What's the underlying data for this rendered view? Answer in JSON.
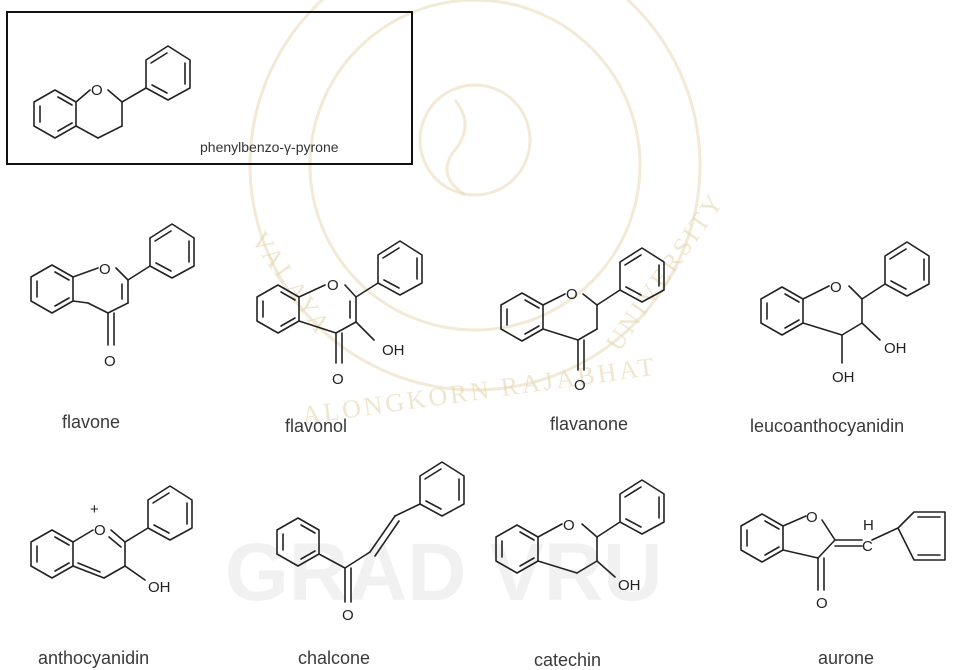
{
  "reference": {
    "label": "phenylbenzo-γ-pyrone"
  },
  "structures": [
    {
      "label": "flavone"
    },
    {
      "label": "flavonol"
    },
    {
      "label": "flavanone"
    },
    {
      "label": "leucoanthocyanidin"
    },
    {
      "label": "anthocyanidin"
    },
    {
      "label": "chalcone"
    },
    {
      "label": "catechin"
    },
    {
      "label": "aurone"
    }
  ],
  "atoms": {
    "oxygen": "O",
    "hydroxyl": "OH",
    "hydrogen": "H",
    "carbon": "C",
    "charge": "+"
  },
  "watermark": {
    "text": "GRAD VRU",
    "arc_bottom": "ALONGKORN RAJABHAT",
    "arc_right": "UNIVERSITY",
    "arc_left": "VALAYA"
  },
  "colors": {
    "ink": "#222222",
    "label": "#3a3a3a",
    "watermark": "#e8d9b5"
  }
}
